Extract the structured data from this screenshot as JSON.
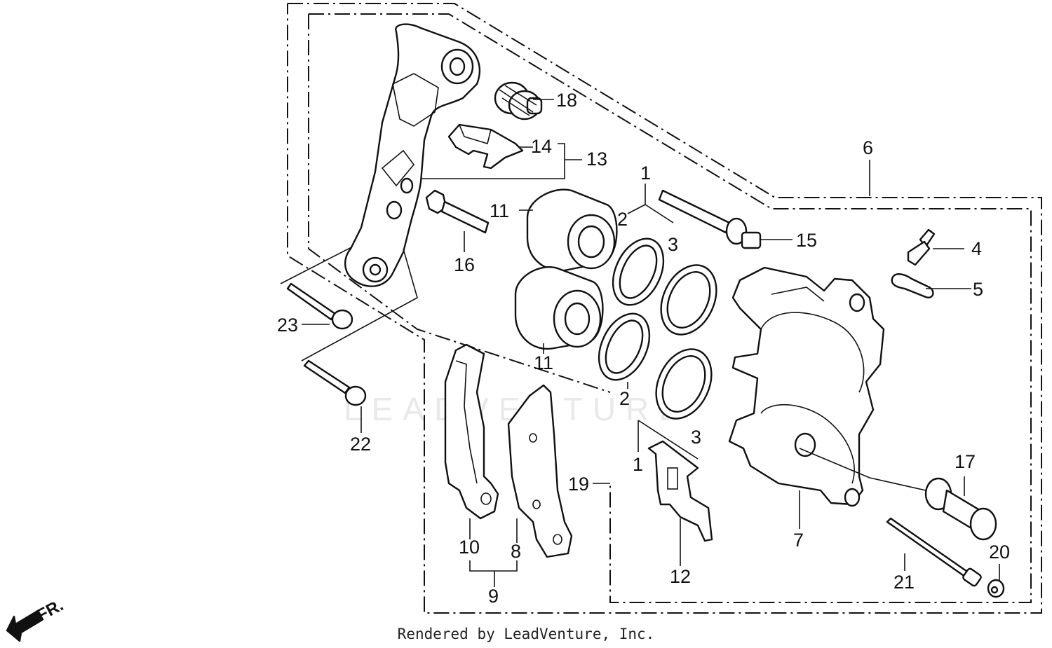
{
  "watermark": "LEADVENTURE",
  "direction_label": "FR.",
  "credit": "Rendered by LeadVenture, Inc.",
  "callouts": [
    "1",
    "2",
    "3",
    "4",
    "5",
    "6",
    "7",
    "8",
    "9",
    "10",
    "11",
    "12",
    "13",
    "14",
    "15",
    "16",
    "17",
    "18",
    "19",
    "20",
    "21",
    "22",
    "23"
  ],
  "callout_positions": {
    "c1a": "1",
    "c1b": "1",
    "c2a": "2",
    "c2b": "2",
    "c3a": "3",
    "c3b": "3",
    "c11a": "11",
    "c11b": "11"
  }
}
